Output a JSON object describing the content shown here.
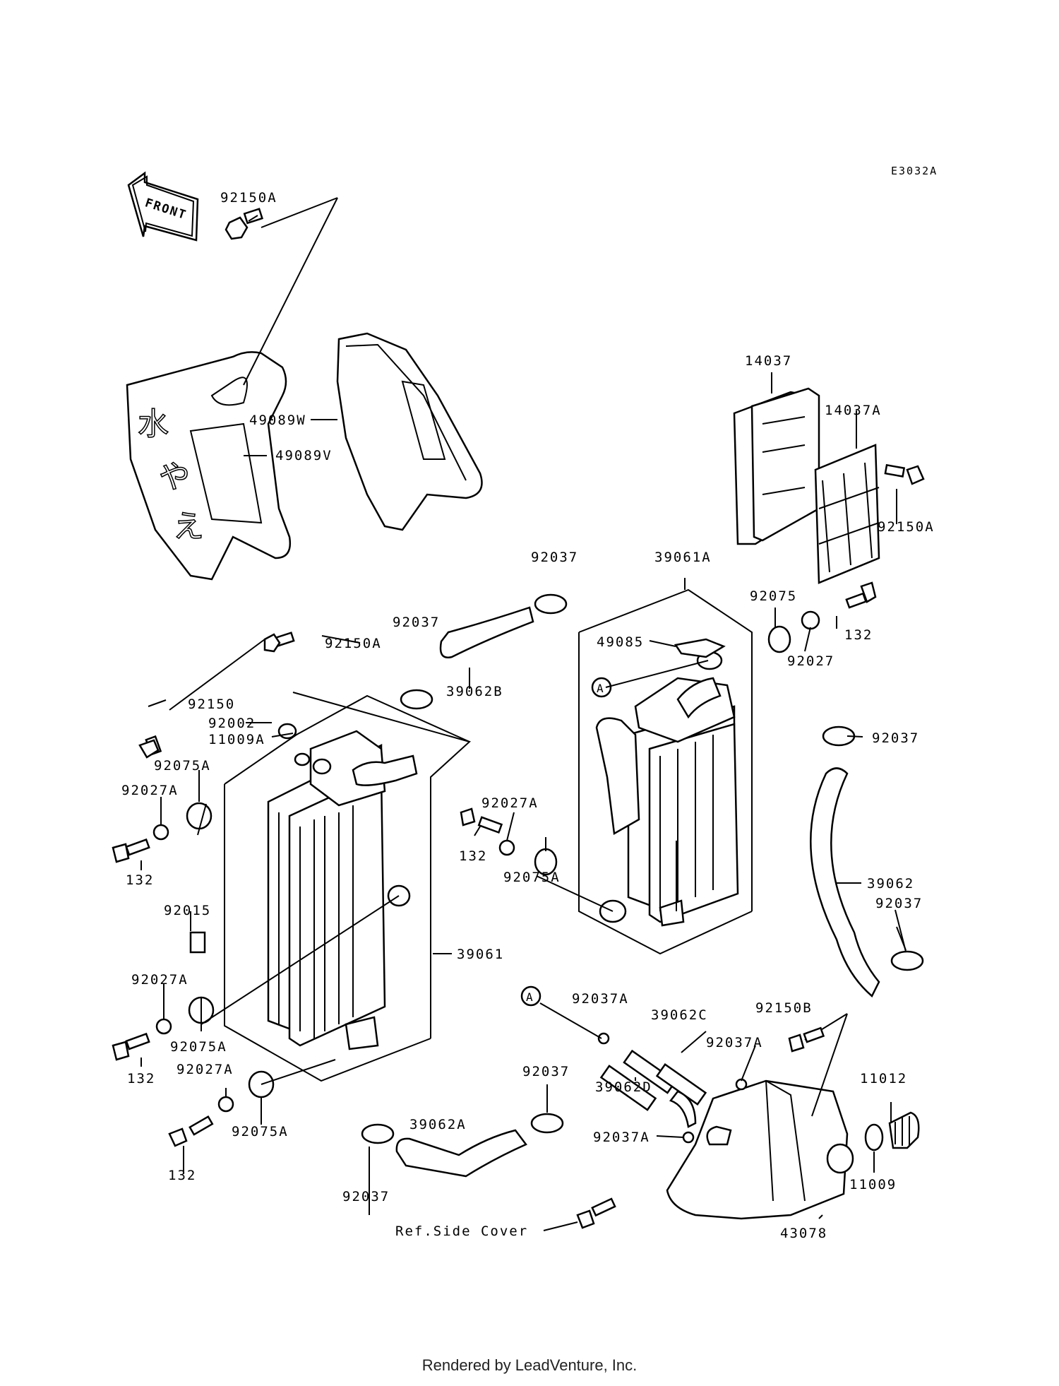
{
  "diagram_code": "E3032A",
  "front_label": "FRONT",
  "footer": "Rendered by LeadVenture, Inc.",
  "ref_a": "A",
  "parts": {
    "p92150A_top": "92150A",
    "p49089W": "49089W",
    "p49089V": "49089V",
    "p14037": "14037",
    "p14037A": "14037A",
    "p92150A_right": "92150A",
    "p92037_a": "92037",
    "p39061A": "39061A",
    "p92075": "92075",
    "p132_a": "132",
    "p92027": "92027",
    "p92037_b": "92037",
    "p49085": "49085",
    "p39062B": "39062B",
    "p92150A_mid": "92150A",
    "p92150": "92150",
    "p92002": "92002",
    "p11009A": "11009A",
    "p92075A_a": "92075A",
    "p92027A_a": "92027A",
    "p132_b": "132",
    "p92027A_b": "92027A",
    "p132_c": "132",
    "p92075A_b": "92075A",
    "p92037_c": "92037",
    "p92015": "92015",
    "p39061": "39061",
    "p39062": "39062",
    "p92037_d": "92037",
    "p92027A_c": "92027A",
    "p92075A_c": "92075A",
    "p132_d": "132",
    "p92027A_d": "92027A",
    "p92075A_d": "92075A",
    "p132_e": "132",
    "p92037A_a": "92037A",
    "p39062C": "39062C",
    "p92150B": "92150B",
    "p92037A_b": "92037A",
    "p39062D": "39062D",
    "p92037_e": "92037",
    "p11012": "11012",
    "p39062A": "39062A",
    "p92037A_c": "92037A",
    "p11009": "11009",
    "p92037_f": "92037",
    "p_ref_side_cover": "Ref.Side Cover",
    "p43078": "43078"
  }
}
